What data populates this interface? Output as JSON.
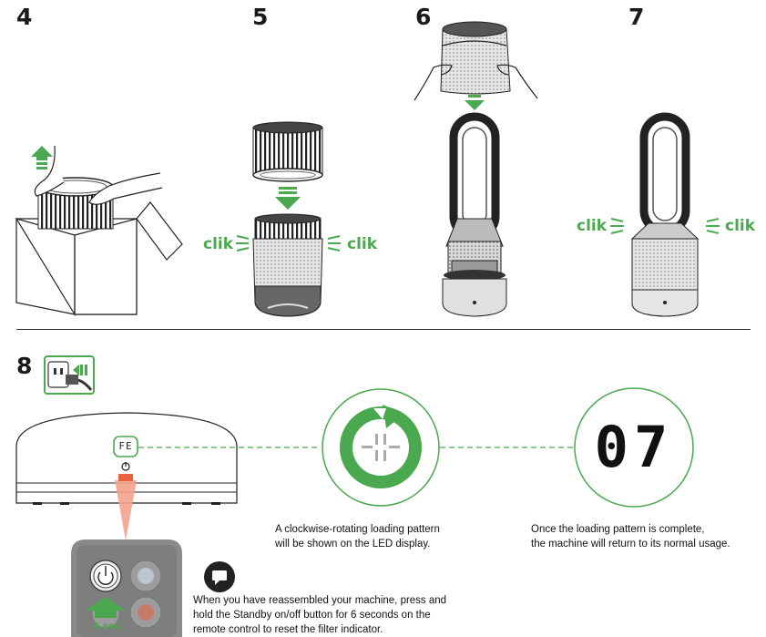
{
  "steps": {
    "s4": "4",
    "s5": "5",
    "s6": "6",
    "s7": "7",
    "s8": "8"
  },
  "clik_label": "clik",
  "remote": {
    "timer_label": "6 sec"
  },
  "displays": {
    "reset_code": "FE",
    "normal_code": "07"
  },
  "captions": {
    "loading_line1": "A clockwise-rotating loading pattern",
    "loading_line2": "will be shown on the LED display.",
    "complete_line1": "Once the loading pattern is complete,",
    "complete_line2": "the machine will return to its normal usage.",
    "note_line1": "When you have reassembled your machine, press and",
    "note_line2": "hold the Standby on/off button for 6 seconds on the",
    "note_line3": "remote control to reset the filter indicator."
  },
  "colors": {
    "accent_green": "#4aa84e",
    "led_red": "#e8623f",
    "device_grey": "#8a8a8a"
  }
}
